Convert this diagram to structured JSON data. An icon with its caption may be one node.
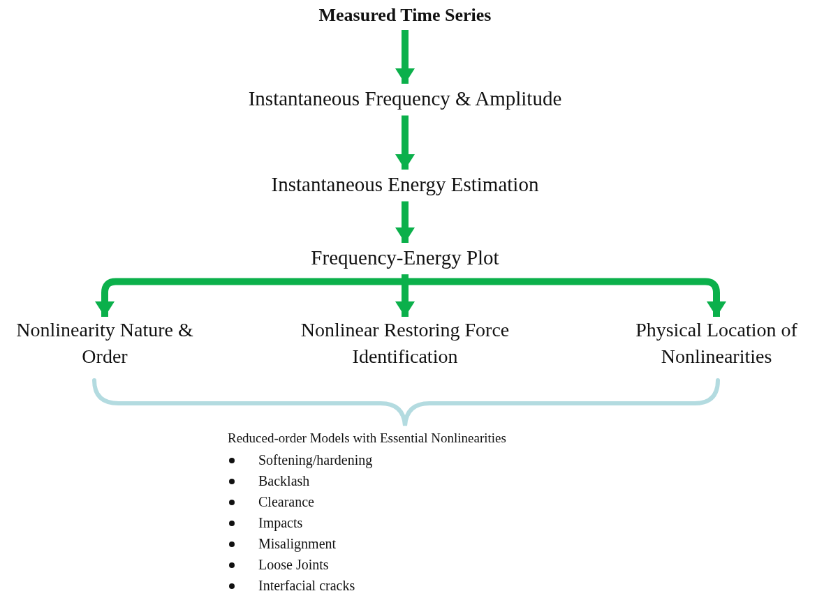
{
  "diagram": {
    "nodes": [
      {
        "text": [
          "Measured Time Series"
        ]
      },
      {
        "text": [
          "Instantaneous Frequency & Amplitude"
        ]
      },
      {
        "text": [
          "Instantaneous Energy Estimation"
        ]
      },
      {
        "text": [
          "Frequency-Energy Plot"
        ]
      },
      {
        "text": [
          "Nonlinearity Nature & Order"
        ]
      },
      {
        "text": [
          "Nonlinear Restoring Force Identification"
        ]
      },
      {
        "text": [
          "Physical Location of Nonlinearities"
        ]
      }
    ],
    "edges": [
      {
        "from": 0,
        "to": 1,
        "arrow": "to"
      },
      {
        "from": 1,
        "to": 2,
        "arrow": "to"
      },
      {
        "from": 2,
        "to": 3,
        "arrow": "to"
      },
      {
        "from": 3,
        "to": 4,
        "arrow": "to"
      },
      {
        "from": 3,
        "to": 5,
        "arrow": "to"
      },
      {
        "from": 3,
        "to": 6,
        "arrow": "to"
      }
    ],
    "labels": [
      "Reduced-order Models with Essential Nonlinearities",
      "Softening/hardening",
      "Backlash",
      "Clearance",
      "Impacts",
      "Misalignment",
      "Loose Joints",
      "Interfacial cracks"
    ]
  }
}
